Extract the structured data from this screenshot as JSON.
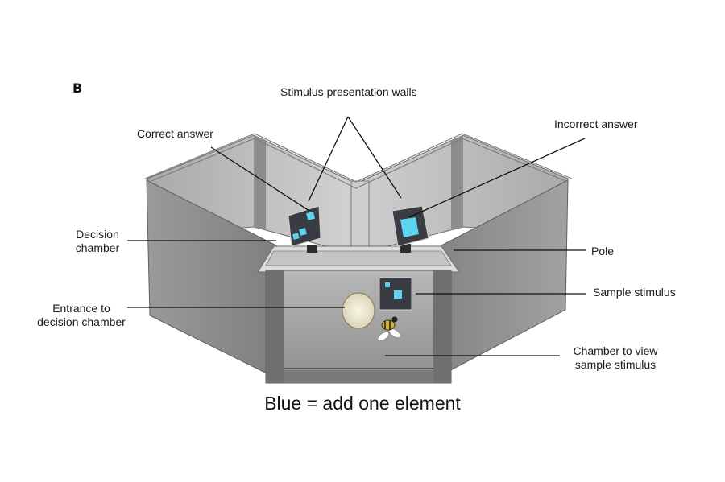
{
  "panel_letter": "B",
  "labels": {
    "stimulus_walls": "Stimulus presentation walls",
    "correct_answer": "Correct answer",
    "incorrect_answer": "Incorrect answer",
    "decision_chamber": [
      "Decision",
      "chamber"
    ],
    "pole": "Pole",
    "sample_stimulus": "Sample stimulus",
    "entrance": [
      "Entrance to",
      "decision chamber"
    ],
    "view_chamber": [
      "Chamber to view",
      "sample stimulus"
    ]
  },
  "caption": "Blue = add one element",
  "colors": {
    "stimulus_blue": "#5bd4f0",
    "stimulus_card": "#3a3c44",
    "wall_gray": "#8e8e8e",
    "rim_white": "#ffffff",
    "entrance_hole": "#efebd3"
  },
  "stimuli": {
    "correct_answer_elements": 3,
    "incorrect_answer_elements": 1,
    "sample_elements": 2
  }
}
